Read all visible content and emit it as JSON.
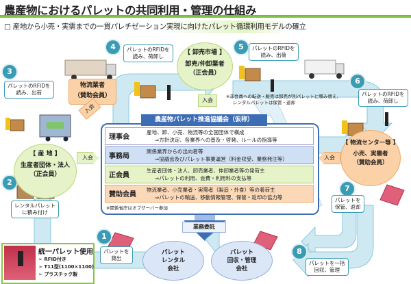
{
  "header": {
    "title": "農産物におけるパレットの共同利用・管理の仕組み",
    "subtitle": "□ 産地から小売・実需までの一貫パレチゼーション実現に向けたパレット循環利用モデルの確立"
  },
  "steps": [
    {
      "num": "1",
      "text": [
        "パレットを",
        "貸出"
      ]
    },
    {
      "num": "2",
      "text": [
        "レンタルパレット",
        "に積み付け"
      ]
    },
    {
      "num": "3",
      "text": [
        "パレットのRFIDを",
        "読み、出荷"
      ]
    },
    {
      "num": "4",
      "text": [
        "パレットのRFIDを",
        "読み、荷卸し"
      ]
    },
    {
      "num": "5",
      "text": [
        "パレットのRFIDを",
        "読み、出荷"
      ]
    },
    {
      "num": "6",
      "text": [
        "パレットのRFIDを",
        "読み、荷卸し"
      ]
    },
    {
      "num": "7",
      "text": [
        "パレットを",
        "保管、返却"
      ]
    },
    {
      "num": "8",
      "text": [
        "パレットを一括",
        "回収、管理"
      ]
    }
  ],
  "actors": {
    "origin": {
      "heading": "【 産 地 】",
      "name": "生産者団体・法人",
      "role": "（正会員）"
    },
    "logistics": {
      "name": "物流業者",
      "role": "（賛助会員）"
    },
    "market": {
      "heading": "【 卸売市場 】",
      "name": "卸売/仲卸業者",
      "role": "（正会員）"
    },
    "center": {
      "heading": "【 物流センター等 】",
      "name": "小売、実需者",
      "role": "（賛助会員）"
    },
    "rental": {
      "lines": [
        "パレット",
        "レンタル",
        "会社"
      ]
    },
    "recovery": {
      "lines": [
        "パレット",
        "回収・管理",
        "会社"
      ]
    }
  },
  "join_label": "入会",
  "market_note": [
    "※非会員への転送・販売は卸売が別パレットに積み替え、",
    "レンタルパレットは保管・返却"
  ],
  "council": {
    "title": "農産物パレット推進協議会（仮称）",
    "rows": [
      {
        "label": "理事会",
        "line1": "産地、卸、小売、物流等の全国団体で構成",
        "line2": "⇒方針決定、各業界への普及・啓発、ルールの指導等",
        "color": "#ffffff"
      },
      {
        "label": "事務局",
        "line1": "関係業界からの出向者等",
        "line2": "⇒協議会及びパレット事業運営（料金収受、業務発注等）",
        "color": "#cfe0f5"
      },
      {
        "label": "正会員",
        "line1": "生産者団体・法人、卸売業者、仲卸業者等の発荷主",
        "line2": "⇒パレットの利用、会費・利用料の支払等",
        "color": "#e6f3c8"
      },
      {
        "label": "賛助会員",
        "line1": "物流業者、小売業者・実需者（製造・外食）等の着荷主",
        "line2": "⇒パレットの輸送、移動情報管理、保管・返却の協力等",
        "color": "#fbd9b8"
      }
    ],
    "note": "※関係省庁はオブザーバー参加"
  },
  "outsourcing_label": "業務委託",
  "pallet_spec": {
    "title": "統一パレット使用",
    "items": [
      "RFID付き",
      "T11型(1100×1100)",
      "プラスチック製"
    ]
  },
  "colors": {
    "accent_blue": "#3a9bb5",
    "council_blue": "#3d6db5",
    "flow_light": "#cfe9f3",
    "green_bubble": "#e6f3c8",
    "orange_bubble": "#fbd1a7"
  }
}
